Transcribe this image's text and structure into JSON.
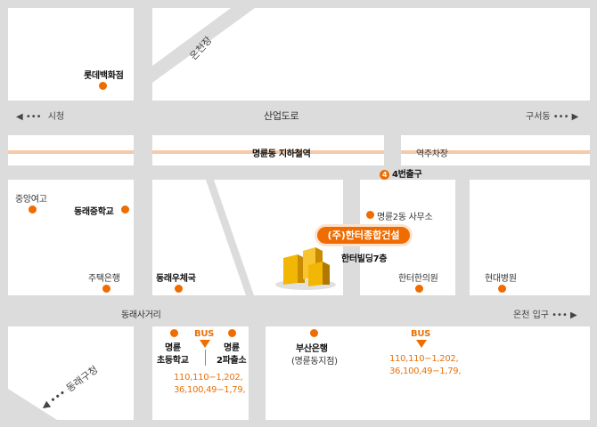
{
  "landmarks": {
    "lotte": "롯데백화점",
    "jungang_girls": "중앙여고",
    "dongnae_middle": "동래중학교",
    "housing_bank": "주택은행",
    "dongnae_post": "동래우체국",
    "myeongryun2_office": "명륜2동 사무소",
    "hanter_clinic": "한터한의원",
    "hyundai_hospital": "현대병원",
    "myeongryun_elem_1": "명륜",
    "myeongryun_elem_2": "초등학교",
    "police_1": "명륜",
    "police_2": "2파출소",
    "busan_bank": "부산은행",
    "busan_bank_branch": "(명륜동지점)",
    "hanter_building": "한터빌딩7층",
    "company": "(주)한터종합건설"
  },
  "roads": {
    "oncheonjang": "온천장",
    "sanup_road": "산업도로",
    "city_hall": "시청",
    "guseo": "구서동",
    "subway": "명륜동 지하철역",
    "yeokju_parking": "역주차장",
    "exit_num": "4",
    "exit_label": "4번출구",
    "dongnae_intersection": "동래사거리",
    "oncheon_entrance": "온천 입구",
    "dongnae_gu_office": "동래구청"
  },
  "bus": {
    "label_left": "BUS",
    "label_right": "BUS",
    "left_routes_1": "110,110−1,202,",
    "left_routes_2": "36,100,49−1,79,",
    "right_routes_1": "110,110−1,202,",
    "right_routes_2": "36,100,49−1,79,"
  },
  "colors": {
    "accent": "#ef6c00",
    "stripe": "#f6c9a8",
    "road": "#dcdcdc",
    "block": "#ffffff"
  }
}
